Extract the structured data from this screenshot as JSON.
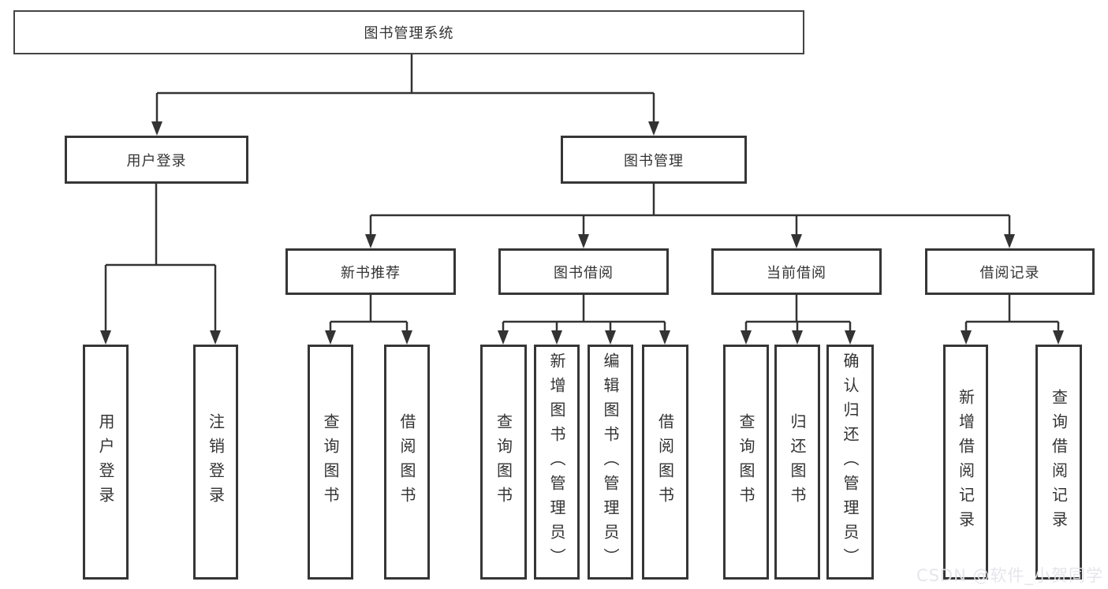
{
  "diagram": {
    "root": "图书管理系统",
    "level2": [
      {
        "label": "用户登录",
        "leaves": [
          "用户登录",
          "注销登录"
        ]
      },
      {
        "label": "图书管理",
        "groups": [
          {
            "label": "新书推荐",
            "leaves": [
              "查询图书",
              "借阅图书"
            ]
          },
          {
            "label": "图书借阅",
            "leaves": [
              "查询图书",
              "新增图书（管理员）",
              "编辑图书（管理员）",
              "借阅图书"
            ]
          },
          {
            "label": "当前借阅",
            "leaves": [
              "查询图书",
              "归还图书",
              "确认归还（管理员）"
            ]
          },
          {
            "label": "借阅记录",
            "leaves": [
              "新增借阅记录",
              "查询借阅记录"
            ]
          }
        ]
      }
    ]
  },
  "watermark": "CSDN @软件_小贺同学",
  "colors": {
    "line": "#333333",
    "box_border": "#363636",
    "box_background": "#ffffff",
    "text": "#333333",
    "watermark": "#e4e4eb"
  }
}
